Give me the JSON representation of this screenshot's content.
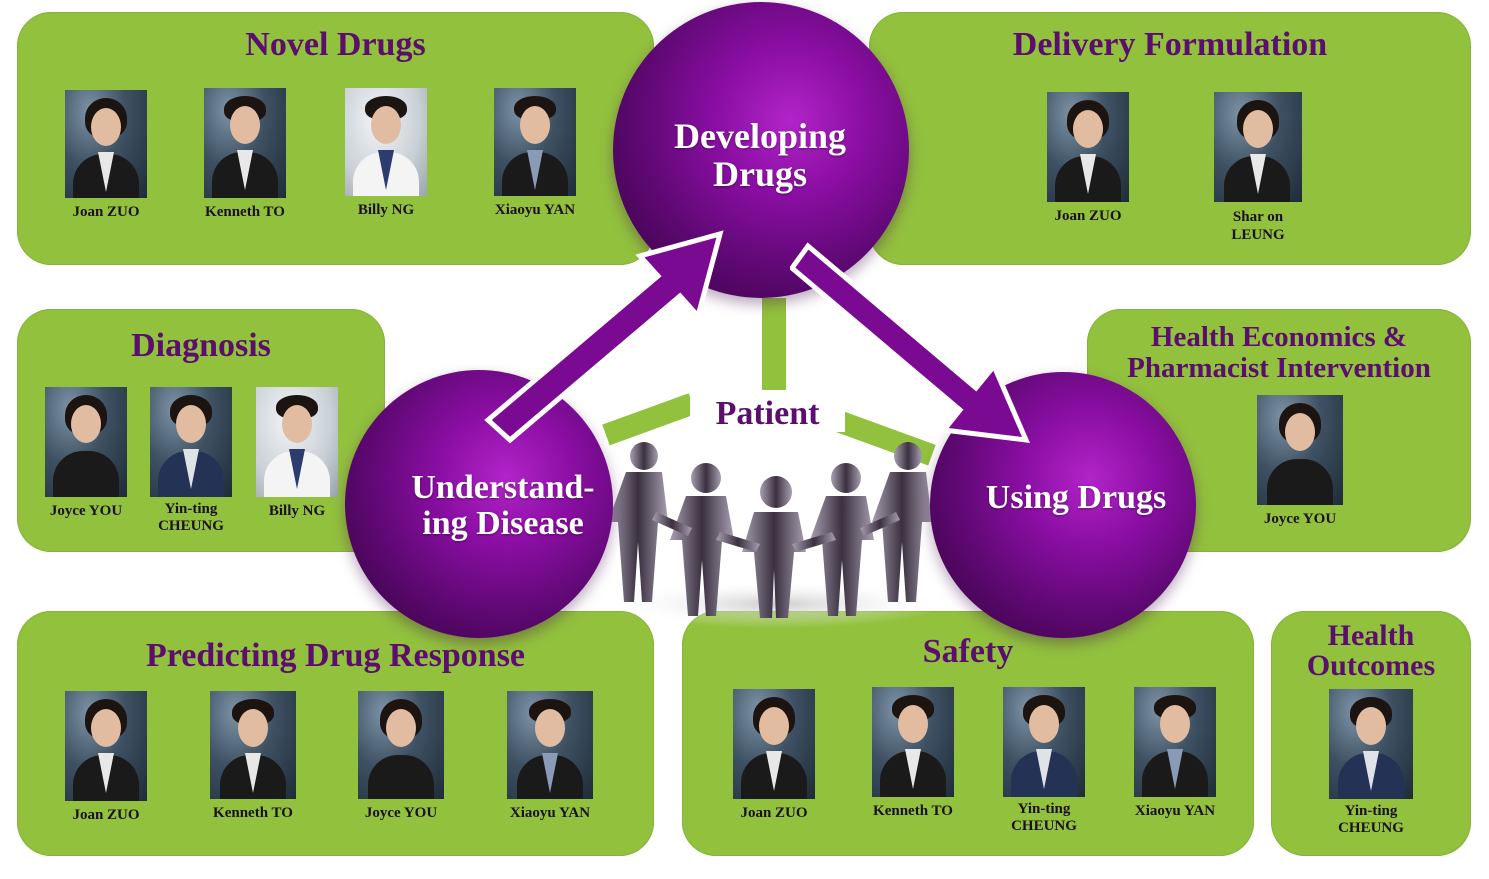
{
  "panels": {
    "novel_drugs": {
      "title": "Novel Drugs",
      "people": [
        "Joan ZUO",
        "Kenneth TO",
        "Billy NG",
        "Xiaoyu YAN"
      ]
    },
    "delivery_formulation": {
      "title": "Delivery Formulation",
      "people": [
        "Joan ZUO",
        "Shar on",
        "LEUNG"
      ]
    },
    "diagnosis": {
      "title": "Diagnosis",
      "people": [
        "Joyce YOU",
        "Yin-ting",
        "CHEUNG",
        "Billy NG"
      ]
    },
    "health_economics": {
      "title_line1": "Health Economics &",
      "title_line2": "Pharmacist Intervention",
      "people": [
        "Joyce YOU"
      ]
    },
    "predicting": {
      "title": "Predicting Drug Response",
      "people": [
        "Joan ZUO",
        "Kenneth TO",
        "Joyce YOU",
        "Xiaoyu YAN"
      ]
    },
    "safety": {
      "title": "Safety",
      "people": [
        "Joan ZUO",
        "Kenneth TO",
        "Yin-ting",
        "CHEUNG",
        "Xiaoyu YAN"
      ]
    },
    "health_outcomes": {
      "title_line1": "Health",
      "title_line2": "Outcomes",
      "people": [
        "Yin-ting",
        "CHEUNG"
      ]
    }
  },
  "spheres": {
    "developing": [
      "Developing",
      "Drugs"
    ],
    "understanding": [
      "Understand-",
      "ing Disease"
    ],
    "using": "Using Drugs"
  },
  "center_label": "Patient",
  "colors": {
    "panel_green": "#92c13e",
    "title_purple": "#5b0e6e",
    "sphere_purple": "#7a0a91"
  }
}
